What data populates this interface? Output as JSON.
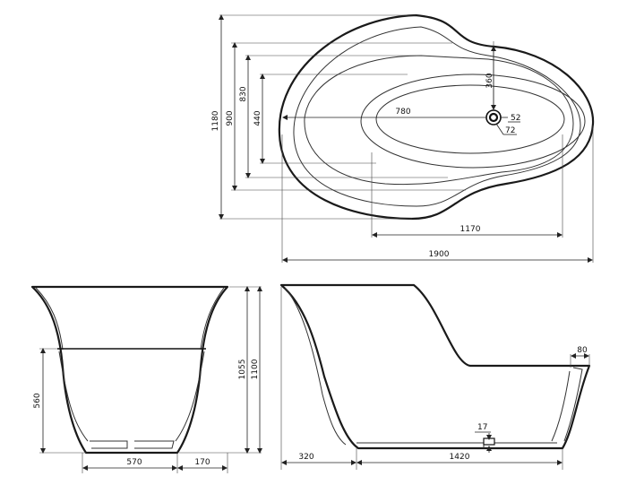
{
  "dimensions": {
    "top_height_total": "1180",
    "top_height_900": "900",
    "top_height_830": "830",
    "top_height_440": "440",
    "top_length_780": "780",
    "top_depth_360": "360",
    "drain_52": "52",
    "drain_72": "72",
    "top_length_1170": "1170",
    "top_length_total": "1900",
    "front_height_560": "560",
    "front_width_570": "570",
    "front_width_170": "170",
    "front_height_1055": "1055",
    "front_height_1100": "1100",
    "side_rim_80": "80",
    "side_drain_17": "17",
    "side_length_320": "320",
    "side_length_1420": "1420"
  }
}
